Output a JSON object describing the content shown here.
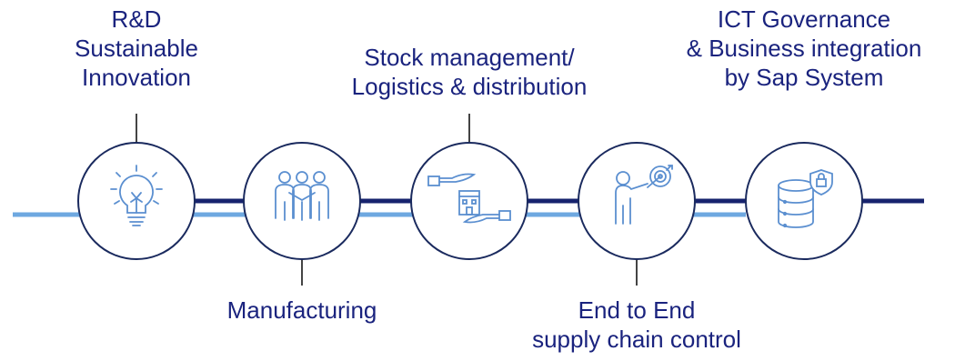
{
  "colors": {
    "dark_navy": "#17236e",
    "light_blue": "#6ea8e0",
    "icon_blue": "#5b8fd0",
    "text": "#1a237e",
    "circle_stroke": "#1a2a5e"
  },
  "steps": [
    {
      "lines": [
        "R&D",
        "Sustainable",
        "Innovation"
      ],
      "icon": "lightbulb-icon"
    },
    {
      "lines": [
        "Manufacturing"
      ],
      "icon": "team-workers-icon"
    },
    {
      "lines": [
        "Stock management/",
        "Logistics & distribution"
      ],
      "icon": "hands-exchange-building-icon"
    },
    {
      "lines": [
        "End to End",
        "supply chain control"
      ],
      "icon": "person-target-icon"
    },
    {
      "lines": [
        "ICT Governance",
        "& Business integration",
        "by Sap System"
      ],
      "icon": "database-shield-icon"
    }
  ]
}
